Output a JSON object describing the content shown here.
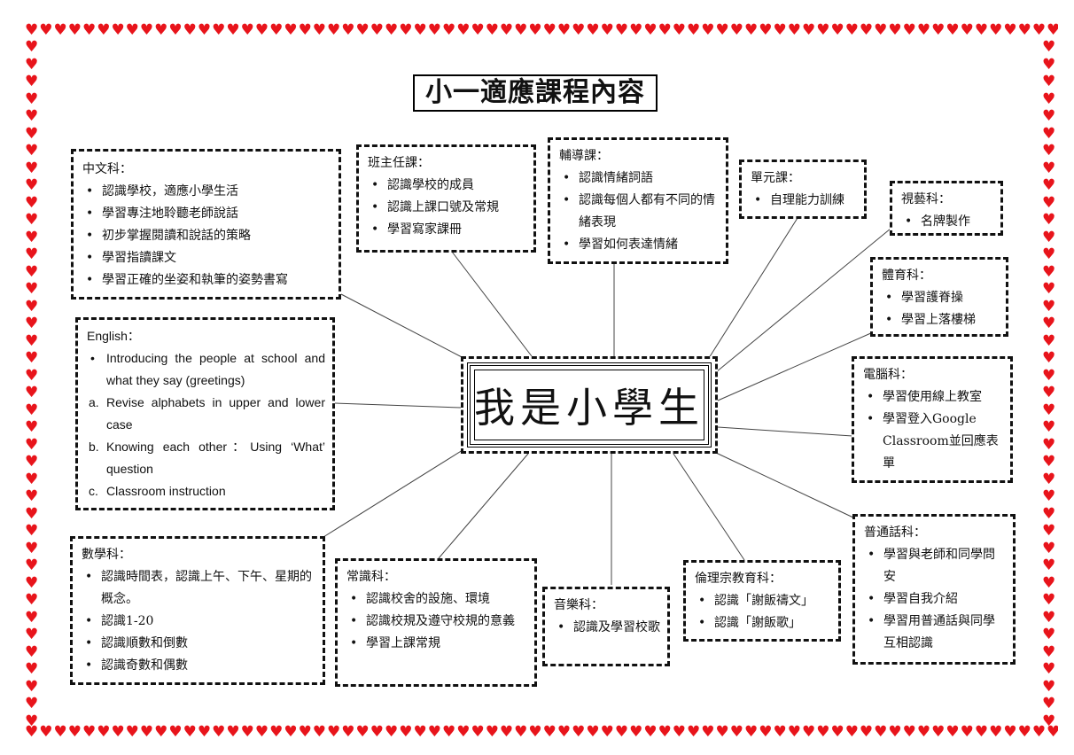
{
  "decor": {
    "heart": "♥",
    "heart_color": "#e8141b"
  },
  "title": "小一適應課程內容",
  "center": "我是小學生",
  "boxes": {
    "chinese": {
      "head": "中文科：",
      "items": [
        "認識學校，適應小學生活",
        "學習專注地聆聽老師說話",
        "初步掌握閱讀和說話的策略",
        "學習指讀課文",
        "學習正確的坐姿和執筆的姿勢書寫"
      ]
    },
    "class_teacher": {
      "head": "班主任課：",
      "items": [
        "認識學校的成員",
        "認識上課口號及常規",
        "學習寫家課冊"
      ]
    },
    "counseling": {
      "head": "輔導課：",
      "items": [
        "認識情緒詞語",
        "認識每個人都有不同的情緒表現",
        "學習如何表達情緒"
      ]
    },
    "unit": {
      "head": "單元課：",
      "items": [
        "自理能力訓練"
      ]
    },
    "visual_arts": {
      "head": "視藝科：",
      "items": [
        "名牌製作"
      ]
    },
    "pe": {
      "head": "體育科：",
      "items": [
        "學習護脊操",
        "學習上落樓梯"
      ]
    },
    "computer": {
      "head": "電腦科：",
      "items": [
        "學習使用線上教室",
        "學習登入Google Classroom並回應表單"
      ]
    },
    "putonghua": {
      "head": "普通話科：",
      "items": [
        "學習與老師和同學問安",
        "學習自我介紹",
        "學習用普通話與同學互相認識"
      ]
    },
    "ethics": {
      "head": "倫理宗教育科：",
      "items": [
        "認識「謝飯禱文」",
        "認識「謝飯歌」"
      ]
    },
    "music": {
      "head": "音樂科：",
      "items": [
        "認識及學習校歌"
      ]
    },
    "general": {
      "head": "常識科：",
      "items": [
        "認識校舍的設施、環境",
        "認識校規及遵守校規的意義",
        "學習上課常規"
      ]
    },
    "math": {
      "head": "數學科：",
      "items": [
        "認識時間表，認識上午、下午、星期的概念。",
        "認識1-20",
        "認識順數和倒數",
        "認識奇數和偶數"
      ]
    },
    "english": {
      "head": "English：",
      "bullet": "Introducing the people at school and what they say (greetings)",
      "alpha": [
        {
          "mark": "a.",
          "text": "Revise alphabets in upper and lower case"
        },
        {
          "mark": "b.",
          "text": "Knowing each other：Using ‘What’ question"
        },
        {
          "mark": "c.",
          "text": "Classroom instruction"
        }
      ]
    }
  }
}
